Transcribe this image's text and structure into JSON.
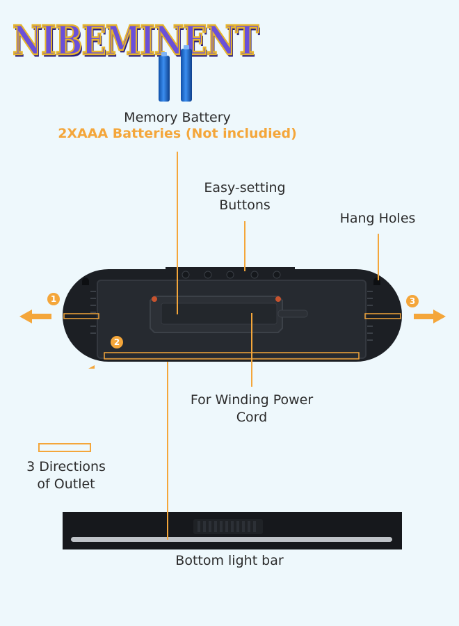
{
  "brand": {
    "logo_text": "NIBEMINENT"
  },
  "callouts": {
    "memory_battery": "Memory Battery",
    "batteries_note": "2XAAA Batteries (Not includied)",
    "buttons_line1": "Easy-setting",
    "buttons_line2": "Buttons",
    "hang_holes": "Hang Holes",
    "winding_line1": "For Winding Power",
    "winding_line2": "Cord",
    "directions_line1": "3 Directions",
    "directions_line2": "of Outlet",
    "bottom_light_bar": "Bottom light bar"
  },
  "outlet_markers": [
    "1",
    "2",
    "3"
  ],
  "colors": {
    "accent_orange": "#f4a63a",
    "background": "#eef8fc",
    "device_body": "#1c1f24",
    "battery_blue": "#1f6fd0",
    "logo_purple": "#6a50d8",
    "logo_gold": "#e7b52c"
  }
}
